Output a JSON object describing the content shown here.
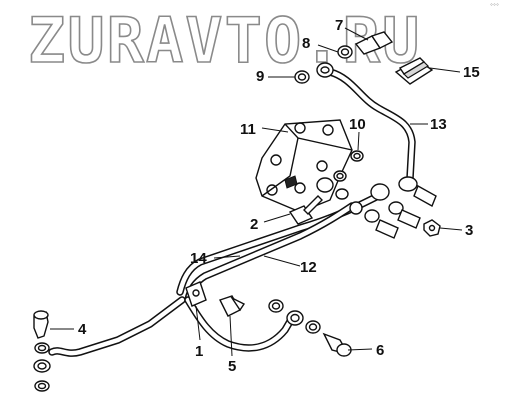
{
  "watermark": "ZURAVTO.RU",
  "corner_mark": "°°°",
  "callouts": [
    {
      "id": "c1",
      "label": "1"
    },
    {
      "id": "c2",
      "label": "2"
    },
    {
      "id": "c3",
      "label": "3"
    },
    {
      "id": "c4",
      "label": "4"
    },
    {
      "id": "c5",
      "label": "5"
    },
    {
      "id": "c6",
      "label": "6"
    },
    {
      "id": "c7",
      "label": "7"
    },
    {
      "id": "c8",
      "label": "8"
    },
    {
      "id": "c9",
      "label": "9"
    },
    {
      "id": "c10",
      "label": "10"
    },
    {
      "id": "c11",
      "label": "11"
    },
    {
      "id": "c12",
      "label": "12"
    },
    {
      "id": "c13",
      "label": "13"
    },
    {
      "id": "c14",
      "label": "14"
    },
    {
      "id": "c15",
      "label": "15"
    }
  ]
}
